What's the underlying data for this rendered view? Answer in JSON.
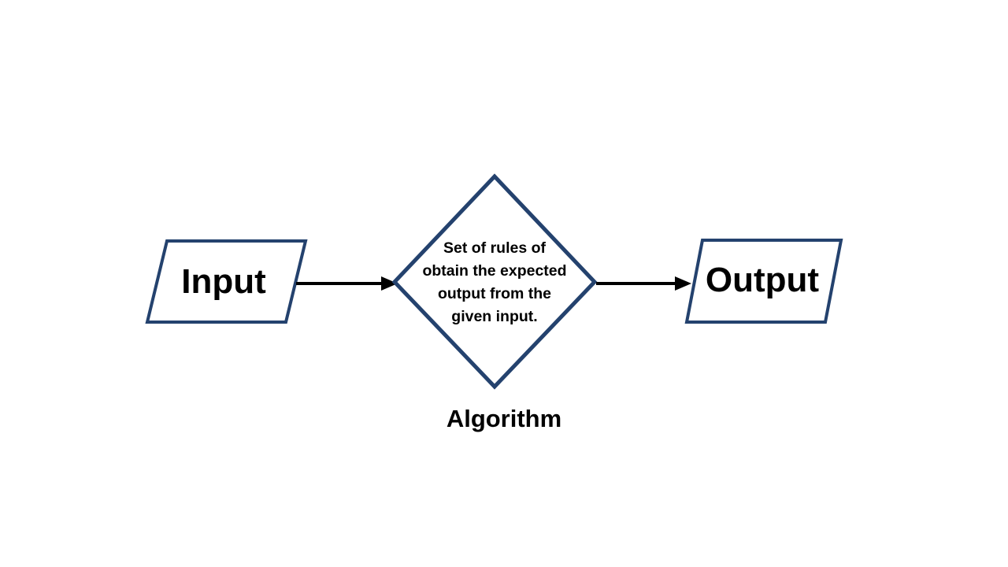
{
  "diagram": {
    "input": {
      "label": "Input"
    },
    "algorithm": {
      "description_lines": [
        "Set of rules of",
        "obtain the expected",
        "output from the",
        "given input."
      ],
      "description_full": "Set of rules of obtain the expected output from the given input.",
      "caption": "Algorithm"
    },
    "output": {
      "label": "Output"
    },
    "colors": {
      "shape_border": "#24426E",
      "arrow": "#000000",
      "text": "#000000",
      "background": "#FFFFFF"
    }
  }
}
